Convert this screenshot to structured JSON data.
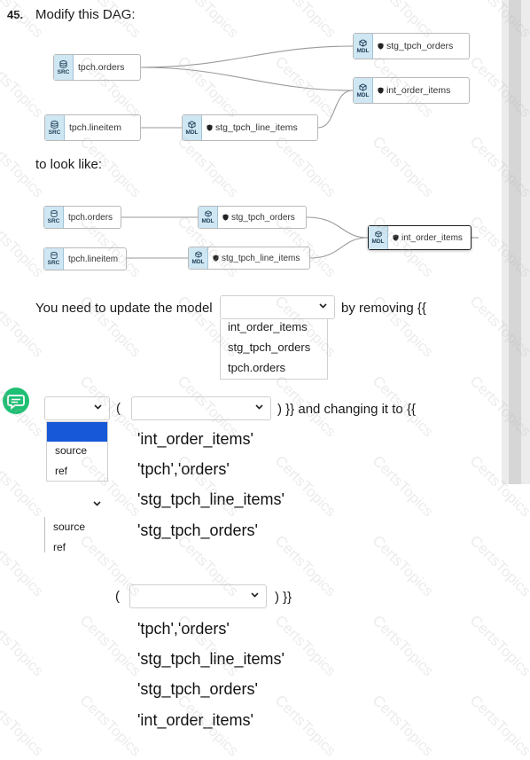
{
  "question": {
    "number": "45.",
    "title": "Modify this DAG:",
    "to_look_like": "to look like:"
  },
  "dag_before": {
    "nodes": [
      {
        "tag": "SRC",
        "label": "tpch.orders"
      },
      {
        "tag": "SRC",
        "label": "tpch.lineitem"
      },
      {
        "tag": "MDL",
        "label": "stg_tpch_line_items"
      },
      {
        "tag": "MDL",
        "label": "stg_tpch_orders"
      },
      {
        "tag": "MDL",
        "label": "int_order_items"
      }
    ]
  },
  "dag_after": {
    "nodes": [
      {
        "tag": "SRC",
        "label": "tpch.orders"
      },
      {
        "tag": "SRC",
        "label": "tpch.lineitem"
      },
      {
        "tag": "MDL",
        "label": "stg_tpch_orders"
      },
      {
        "tag": "MDL",
        "label": "stg_tpch_line_items"
      },
      {
        "tag": "MDL",
        "label": "int_order_items"
      }
    ]
  },
  "sentence": {
    "part1": "You need to update the model",
    "part2": "by removing {{",
    "open_paren": "(",
    "part3": ") }} and changing it to {{",
    "part4_paren": "(",
    "part4_close": ") }}"
  },
  "model_dropdown": {
    "options": [
      "int_order_items",
      "stg_tpch_orders",
      "tpch.orders"
    ]
  },
  "func_dropdown_1": {
    "options": [
      "source",
      "ref"
    ]
  },
  "arg_options_1": [
    "'int_order_items'",
    "'tpch','orders'",
    "'stg_tpch_line_items'",
    "'stg_tpch_orders'"
  ],
  "func_dropdown_2": {
    "options": [
      "source",
      "ref"
    ]
  },
  "arg_options_2": [
    "'tpch','orders'",
    "'stg_tpch_line_items'",
    "'stg_tpch_orders'",
    "'int_order_items'"
  ],
  "colors": {
    "tag_bg": "#cfe6f3",
    "selected_option": "#1658d8",
    "chat_bubble": "#1fbf74"
  },
  "watermark": "CertsTopics"
}
